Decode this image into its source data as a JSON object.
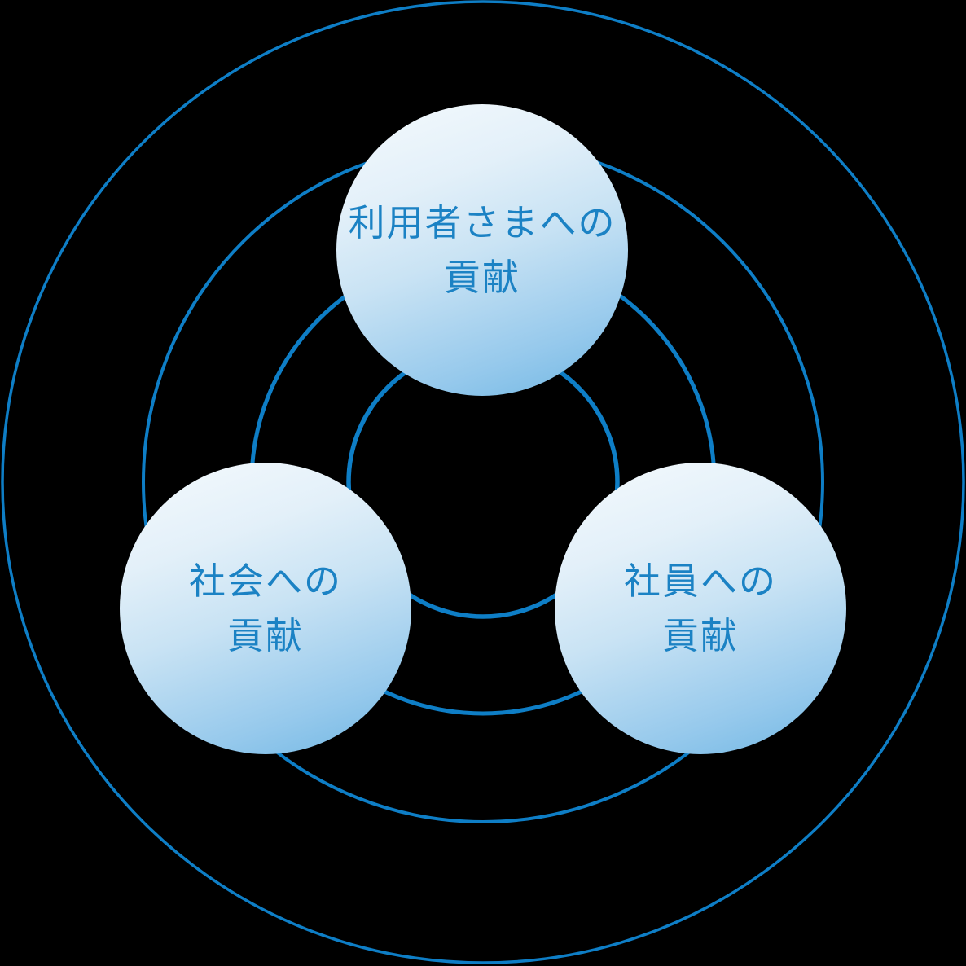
{
  "diagram": {
    "title": "contribution-circles-diagram",
    "background_color": "#000000",
    "ring_stroke_color": "#0e7ec6",
    "text_color": "#1b82c4",
    "bubble_gradient": {
      "from": "#f5fafd",
      "mid": "#c9e3f4",
      "to": "#6fb6e3"
    },
    "bubbles": [
      {
        "id": "users",
        "line1": "利用者さまへの",
        "line2": "貢献"
      },
      {
        "id": "society",
        "line1": "社会への",
        "line2": "貢献"
      },
      {
        "id": "employees",
        "line1": "社員への",
        "line2": "貢献"
      }
    ]
  }
}
